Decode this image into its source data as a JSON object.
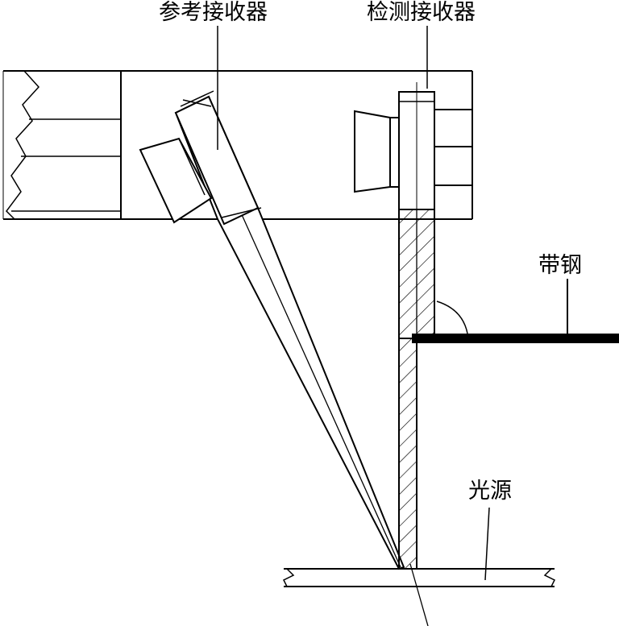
{
  "labels": {
    "reference_receiver": "参考接收器",
    "detection_receiver": "检测接收器",
    "steel_strip": "带钢",
    "light_source": "光源"
  }
}
